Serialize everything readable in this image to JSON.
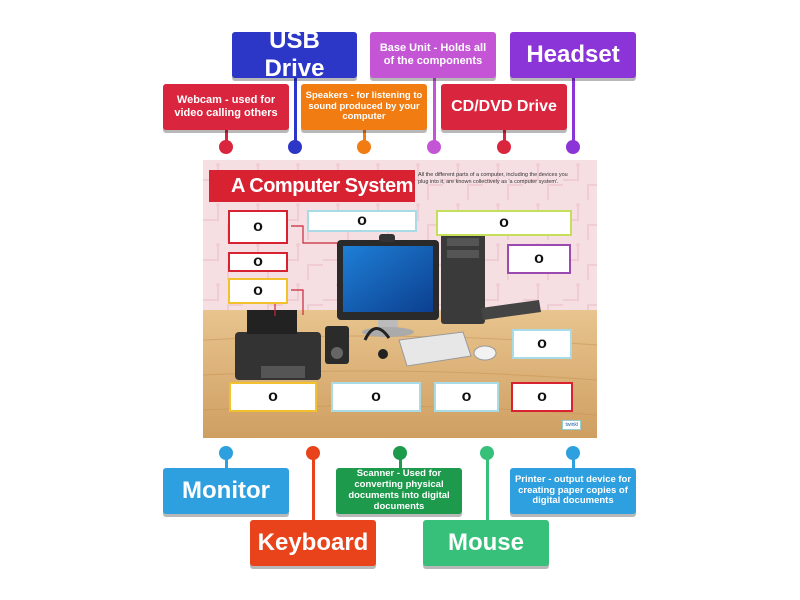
{
  "tiles": {
    "usb": "USB Drive",
    "base_unit": "Base Unit - Holds all of the components",
    "headset": "Headset",
    "webcam": "Webcam - used for video calling others",
    "speakers": "Speakers - for listening to sound produced by your computer",
    "cddvd": "CD/DVD Drive",
    "monitor": "Monitor",
    "keyboard": "Keyboard",
    "scanner": "Scanner - Used for converting physical documents into digital documents",
    "mouse": "Mouse",
    "printer": "Printer - output device for creating paper copies of digital documents"
  },
  "poster": {
    "title": "A Computer System",
    "subtitle": "All the different parts of a computer, including the devices you plug into it, are known collectively as 'a computer system'.",
    "logo": "twinkl"
  },
  "drop_zones": {
    "z1": "o",
    "z2": "o",
    "z3": "o",
    "z4": "o",
    "z5": "o",
    "z6": "o",
    "z7": "o",
    "z8": "o",
    "z9": "o",
    "z10": "o",
    "z11": "o"
  },
  "colors": {
    "usb": "#2c37c8",
    "base_unit": "#c456d6",
    "headset": "#8b34d8",
    "webcam": "#d9253d",
    "speakers": "#f07c12",
    "cddvd": "#d9253d",
    "monitor": "#2ea0e0",
    "keyboard": "#e8431b",
    "scanner": "#1e9a4c",
    "mouse": "#36c07a",
    "printer": "#2ea0e0"
  }
}
